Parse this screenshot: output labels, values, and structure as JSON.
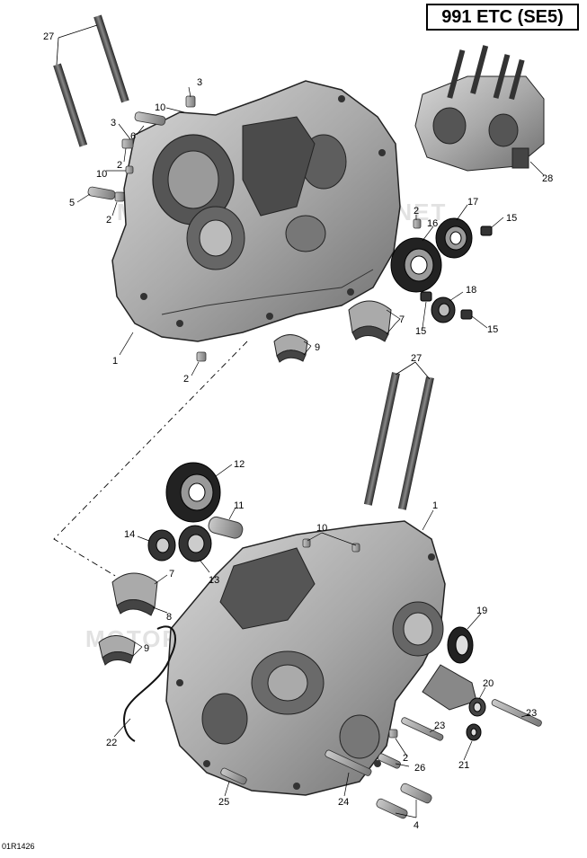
{
  "title": "991 ETC (SE5)",
  "ref_code": "01R1426",
  "watermark": "MOTORSPAREPARTS.NET",
  "callouts": [
    "27",
    "3",
    "10",
    "3",
    "6",
    "2",
    "10",
    "5",
    "2",
    "1",
    "2",
    "2",
    "16",
    "17",
    "15",
    "15",
    "18",
    "15",
    "7",
    "9",
    "28",
    "27",
    "12",
    "11",
    "14",
    "13",
    "10",
    "1",
    "7",
    "8",
    "9",
    "19",
    "20",
    "23",
    "23",
    "22",
    "2",
    "26",
    "21",
    "25",
    "24",
    "4"
  ]
}
